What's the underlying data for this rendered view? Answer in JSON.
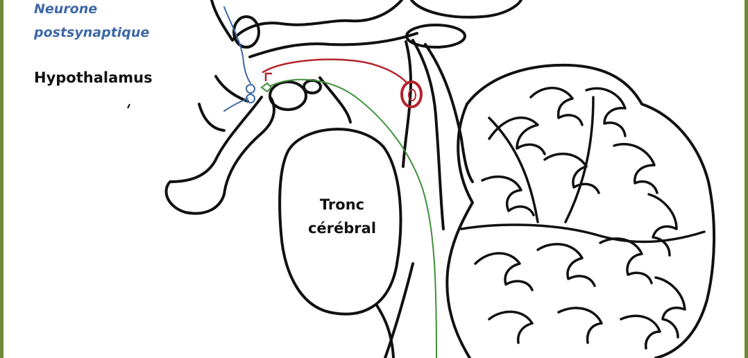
{
  "labels": {
    "neuron_line1": "Neurone",
    "neuron_line2": "postsynaptique",
    "hypothalamus": "Hypothalamus",
    "tronc_line1": "Tronc",
    "tronc_line2": "cérébral"
  },
  "colors": {
    "frame": "#6f8a34",
    "neuron_blue": "#3d68a6",
    "pathway_red": "#b5232b",
    "pathway_green": "#3f8f3a",
    "outline": "#111111"
  }
}
